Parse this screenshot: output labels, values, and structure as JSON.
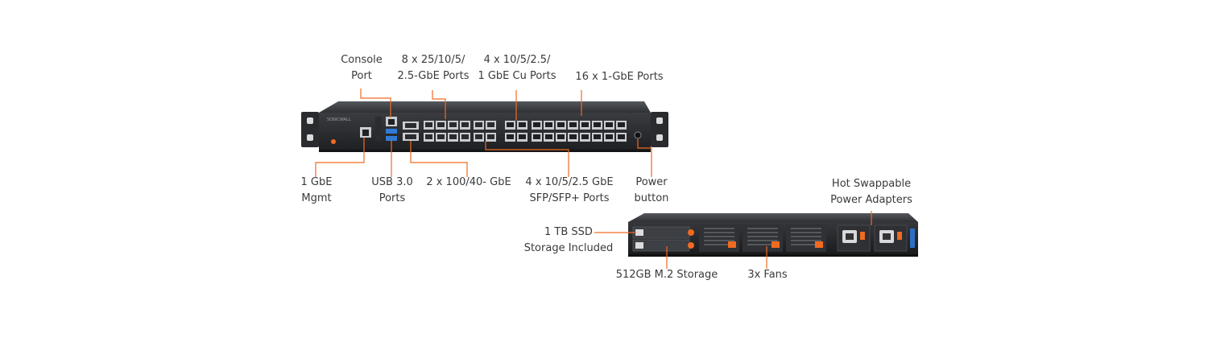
{
  "colors": {
    "callout": "#f06a21",
    "chassis": "#2b2d30",
    "chassis_dark": "#1c1d1f",
    "port": "#c9ccd0",
    "text": "#3a3a3a"
  },
  "front_panel": {
    "brand": "SONICWALL",
    "callouts": {
      "console": [
        "Console",
        "Port"
      ],
      "sfp28": [
        "8 x 25/10/5/",
        "2.5-GbE Ports"
      ],
      "copper_10g": [
        "4 x 10/5/2.5/",
        "1 GbE Cu Ports"
      ],
      "gbe_16": [
        "16 x 1-GbE Ports"
      ],
      "mgmt": [
        "1 GbE",
        "Mgmt"
      ],
      "usb": [
        "USB 3.0",
        "Ports"
      ],
      "qsfp": [
        "2 x 100/40- GbE"
      ],
      "sfp_plus": [
        "4 x 10/5/2.5 GbE",
        "SFP/SFP+ Ports"
      ],
      "power": [
        "Power",
        "button"
      ]
    }
  },
  "rear_panel": {
    "callouts": {
      "psu": [
        "Hot Swappable",
        "Power Adapters"
      ],
      "ssd": [
        "1 TB SSD",
        "Storage Included"
      ],
      "m2": [
        "512GB M.2 Storage"
      ],
      "fans": [
        "3x Fans"
      ]
    }
  }
}
